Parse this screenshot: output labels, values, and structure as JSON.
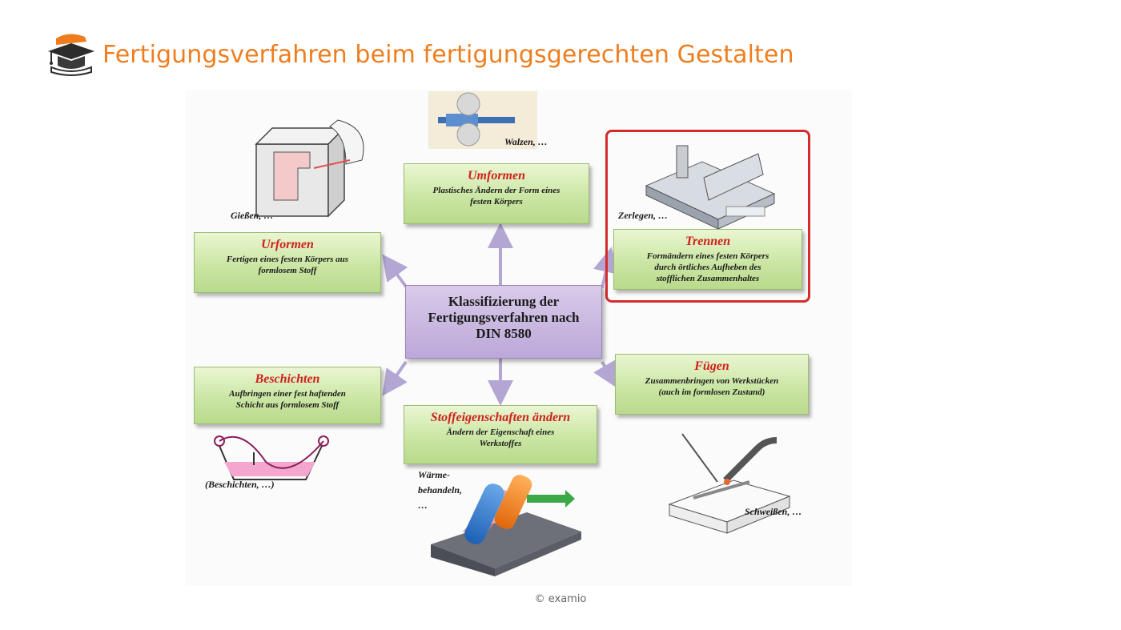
{
  "header": {
    "title": "Fertigungsverfahren beim fertigungsgerechten Gestalten",
    "logo_icon": "graduation-cap-book-icon"
  },
  "diagram": {
    "center": {
      "line1": "Klassifizierung der",
      "line2": "Fertigungsverfahren nach",
      "line3": "DIN 8580"
    },
    "boxes": {
      "umformen": {
        "title": "Umformen",
        "desc1": "Plastisches Ändern der Form eines",
        "desc2": "festen Körpers"
      },
      "urformen": {
        "title": "Urformen",
        "desc1": "Fertigen eines festen Körpers aus",
        "desc2": "formlosem Stoff"
      },
      "trennen": {
        "title": "Trennen",
        "desc1": "Formändern eines festen Körpers",
        "desc2": "durch örtliches Aufheben des",
        "desc3": "stofflichen Zusammenhaltes"
      },
      "beschichten": {
        "title": "Beschichten",
        "desc1": "Aufbringen einer fest haftenden",
        "desc2": "Schicht aus formlosem Stoff"
      },
      "stoffeigenschaften": {
        "title": "Stoffeigenschaften ändern",
        "desc1": "Ändern der Eigenschaft eines",
        "desc2": "Werkstoffes"
      },
      "fuegen": {
        "title": "Fügen",
        "desc1": "Zusammenbringen von Werkstücken",
        "desc2": "(auch im formlosen Zustand)"
      }
    },
    "captions": {
      "walzen": "Walzen, …",
      "giessen": "Gießen, …",
      "zerlegen": "Zerlegen, …",
      "beschichten": "(Beschichten, …)",
      "waerme1": "Wärme-",
      "waerme2": "behandeln,",
      "waerme3": "…",
      "schweissen": "Schweißen, …"
    },
    "highlight_color": "#d42c2c",
    "arrow_color": "#b3a6d3"
  },
  "footer": {
    "copyright": "© examio"
  },
  "colors": {
    "accent": "#ee7d1e",
    "box_title": "#d0201d",
    "box_fill": "#cbe6a4",
    "center_fill": "#c6b4df"
  }
}
